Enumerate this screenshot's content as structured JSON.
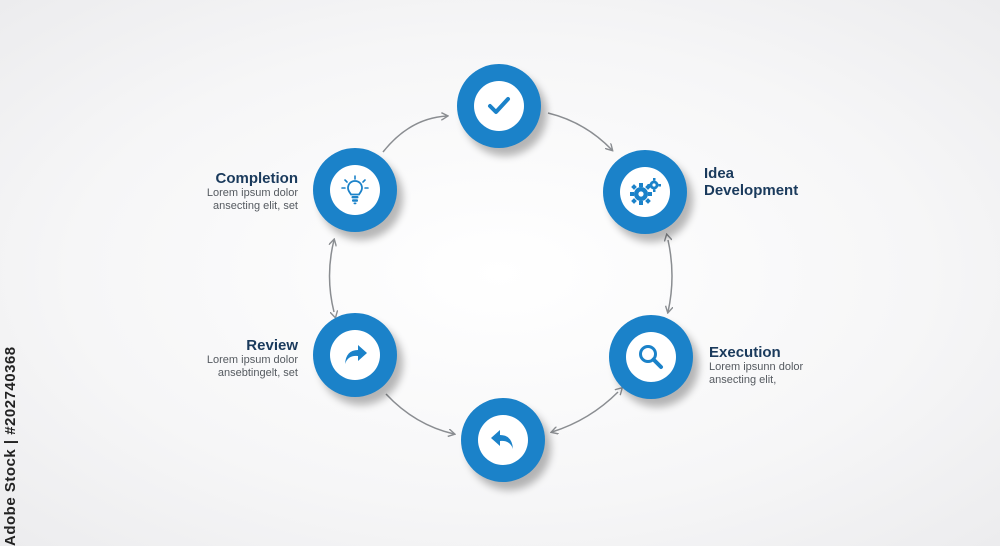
{
  "diagram": {
    "steps": [
      {
        "id": "top",
        "title": "",
        "desc": [],
        "icon": "check-icon"
      },
      {
        "id": "idea",
        "title_lines": [
          "Idea",
          "Development"
        ],
        "desc": [],
        "icon": "gears-icon"
      },
      {
        "id": "execution",
        "title": "Execution",
        "desc": [
          "Lorem ipsunn dolor",
          "ansecting elit,"
        ],
        "icon": "magnifier-icon"
      },
      {
        "id": "bottom",
        "title": "",
        "desc": [],
        "icon": "undo-arrow-icon"
      },
      {
        "id": "review",
        "title": "Review",
        "desc": [
          "Lorem ipsum dolor",
          "ansebtingelt, set"
        ],
        "icon": "redo-arrow-icon"
      },
      {
        "id": "completion",
        "title": "Completion",
        "desc": [
          "Lorem ipsum dolor",
          "ansecting elit, set"
        ],
        "icon": "lightbulb-icon"
      }
    ],
    "accent": "#1b82c9",
    "connector_color": "#8a8d91"
  },
  "watermark": {
    "text": "Adobe Stock | #202740368"
  }
}
